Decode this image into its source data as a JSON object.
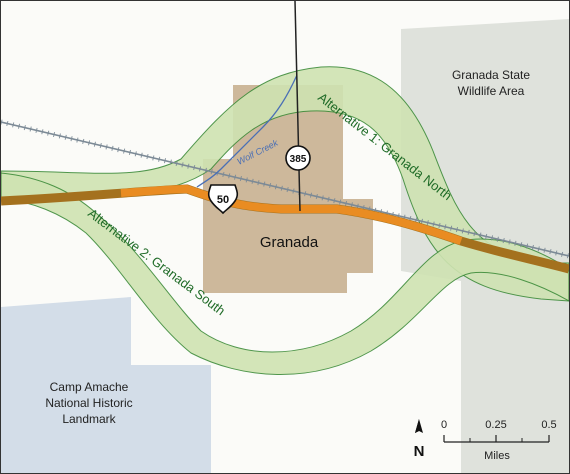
{
  "map": {
    "places": {
      "state_wildlife_area": {
        "line1": "Granada State",
        "line2": "Wildlife Area"
      },
      "town": "Granada",
      "landmark": {
        "line1": "Camp Amache",
        "line2": "National Historic",
        "line3": "Landmark"
      },
      "creek": "Wolf Creek"
    },
    "routes": {
      "alternative_1": "Alternative 1: Granada North",
      "alternative_2": "Alternative 2: Granada South",
      "us_highway": "50",
      "state_highway": "385"
    },
    "north_arrow": "N",
    "scale_bar": {
      "ticks": [
        "0",
        "0.25",
        "0.5"
      ],
      "unit": "Miles"
    },
    "colors": {
      "alternative_corridor_fill": "#cfe3b2",
      "alternative_corridor_stroke": "#3e8c3a",
      "highway": "#e98c22",
      "highway_west_east_edges": "#a4711e",
      "town_area": "#c9b293",
      "wildlife_area": "#dfe2dc",
      "landmark_area": "#d3dde8",
      "railroad": "#7c8a96",
      "creek": "#4a6fb5"
    }
  }
}
